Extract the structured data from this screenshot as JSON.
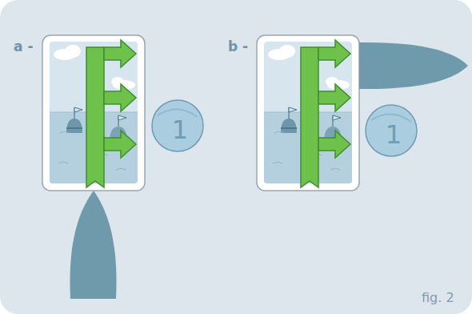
{
  "diagram": {
    "caption": "fig. 2",
    "nodes": [
      {
        "text": [
          "1"
        ]
      },
      {
        "text": [
          "1"
        ]
      }
    ],
    "edges": [],
    "labels": [
      "a -",
      "b -"
    ]
  }
}
